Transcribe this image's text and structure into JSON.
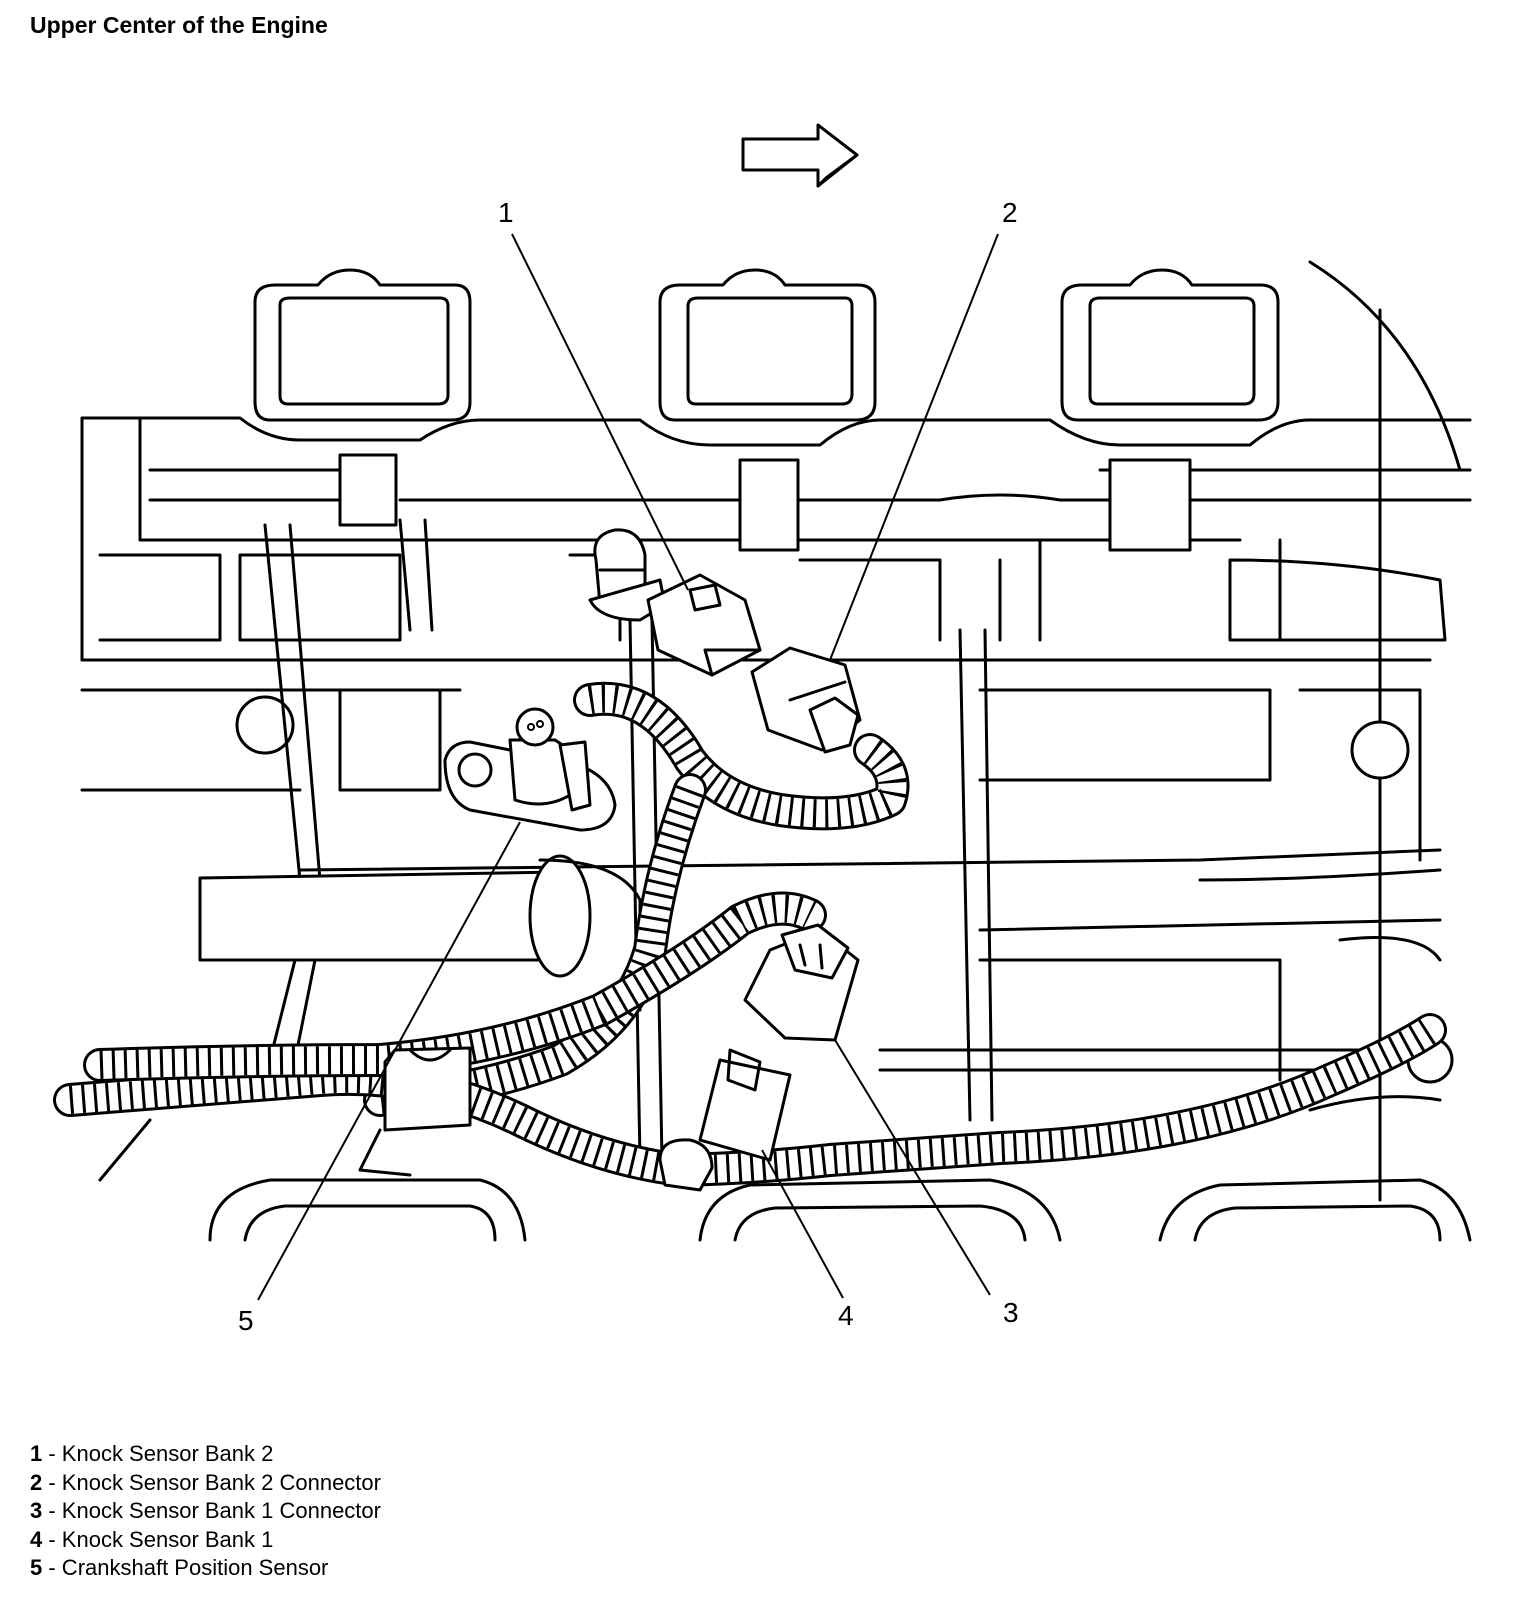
{
  "title": "Upper Center of the Engine",
  "callouts": [
    "1",
    "2",
    "3",
    "4",
    "5"
  ],
  "legend": [
    {
      "num": "1",
      "text": " - Knock Sensor Bank 2"
    },
    {
      "num": "2",
      "text": " - Knock Sensor Bank 2 Connector"
    },
    {
      "num": "3",
      "text": " - Knock Sensor Bank 1 Connector"
    },
    {
      "num": "4",
      "text": " - Knock Sensor Bank 1"
    },
    {
      "num": "5",
      "text": " - Crankshaft Position Sensor"
    }
  ],
  "icons": [
    "direction-arrow-icon"
  ]
}
